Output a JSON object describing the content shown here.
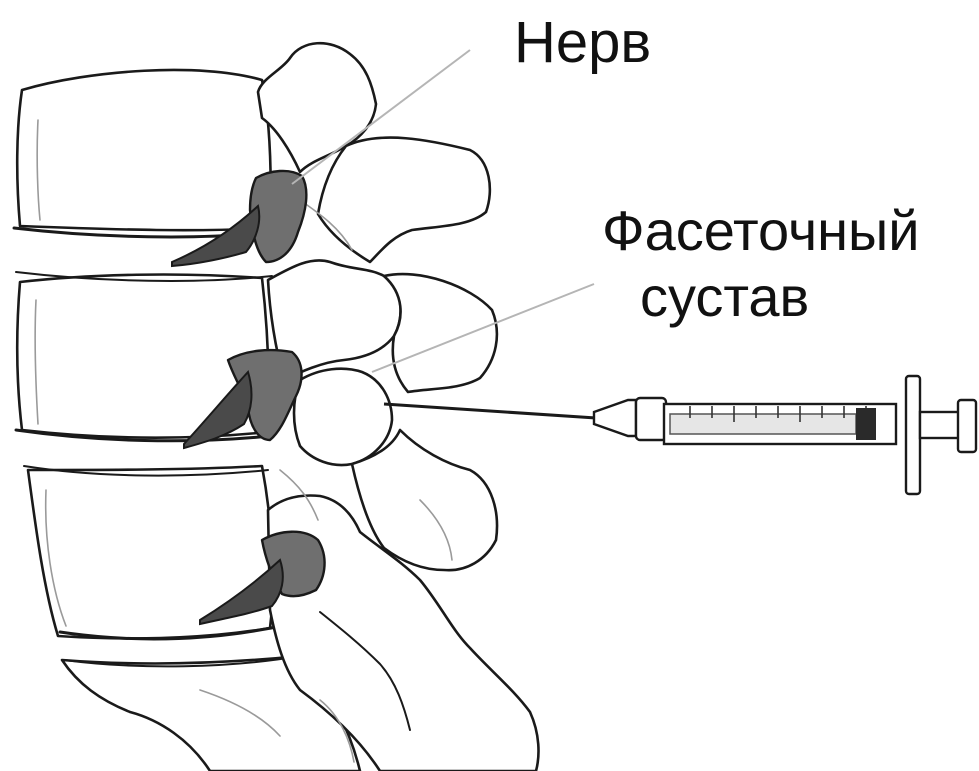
{
  "labels": {
    "nerve": "Нерв",
    "facet_joint_line1": "Фасеточный",
    "facet_joint_line2": "сустав"
  },
  "colors": {
    "ink": "#1a1a1a",
    "nerve_fill": "#6f6f6f",
    "leader_line": "#b5b5b5",
    "background": "#ffffff"
  }
}
